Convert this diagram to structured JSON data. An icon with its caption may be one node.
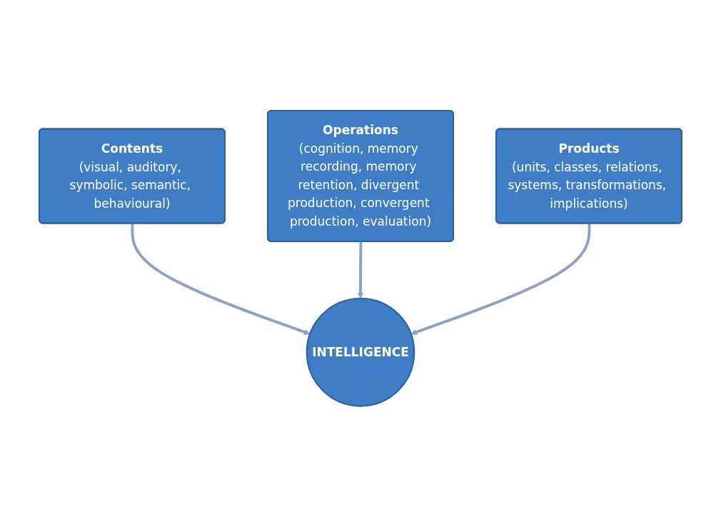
{
  "diagram": {
    "nodes": [
      {
        "text": [
          "Contents",
          "(visual, auditory, symbolic, semantic, behavioural)"
        ]
      },
      {
        "text": [
          "Operations",
          "(cognition, memory recording, memory retention, divergent production, convergent production, evaluation)"
        ]
      },
      {
        "text": [
          "Products",
          "(units, classes, relations, systems, transformations, implications)"
        ]
      },
      {
        "text": [
          "INTELLIGENCE"
        ]
      }
    ],
    "edges": [
      {
        "from": 0,
        "to": 3,
        "arrow": "to"
      },
      {
        "from": 1,
        "to": 3,
        "arrow": "to"
      },
      {
        "from": 2,
        "to": 3,
        "arrow": "to"
      }
    ]
  }
}
